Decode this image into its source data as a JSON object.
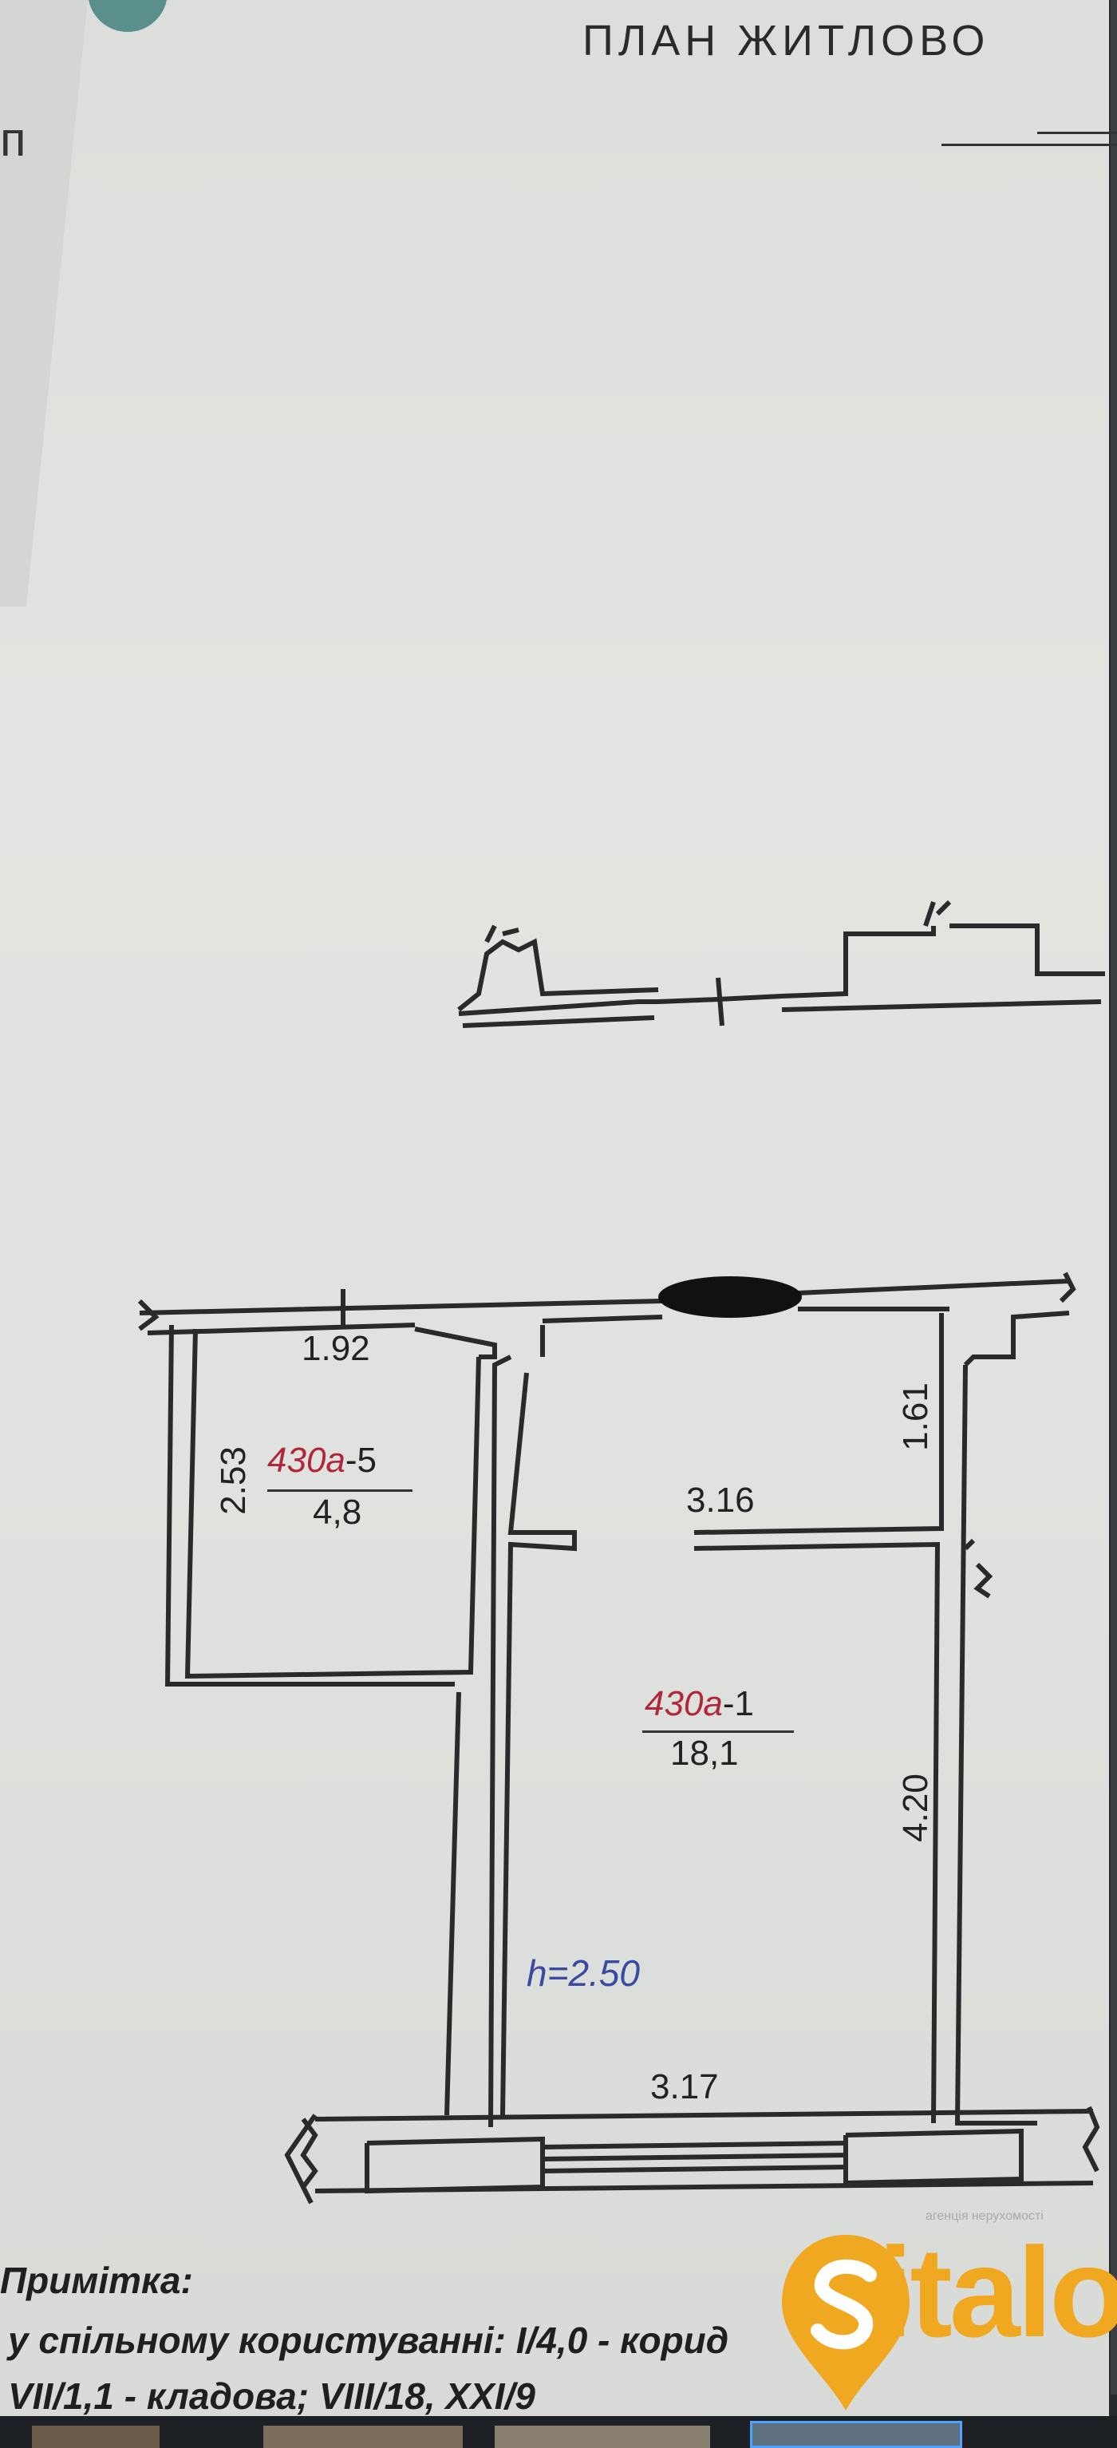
{
  "document": {
    "title": "ПЛАН ЖИТЛОВО",
    "edge_letter": "п",
    "rooms": [
      {
        "id_prefix": "430a",
        "id_suffix": "-5",
        "area": "4,8"
      },
      {
        "id_prefix": "430a",
        "id_suffix": "-1",
        "area": "18,1"
      }
    ],
    "dimensions": {
      "room5_width": "1.92",
      "room5_height": "2.53",
      "corridor_width": "3.16",
      "corridor_height": "1.61",
      "room1_height": "4.20",
      "room1_width": "3.17"
    },
    "ceiling_height": "h=2.50",
    "note_title": "Примітка:",
    "note_lines": [
      "у спільному користуванні:  I/4,0 - корид",
      "VII/1,1 - кладова; VIII/18,  XXI/9"
    ]
  },
  "watermark": {
    "brand": "italo",
    "tagline": "агенція нерухомості"
  },
  "colors": {
    "paper": "#e0e2df",
    "ink": "#222222",
    "room_id": "#b0273a",
    "height_mark": "#3b4aa0",
    "logo": "#f0a820"
  }
}
